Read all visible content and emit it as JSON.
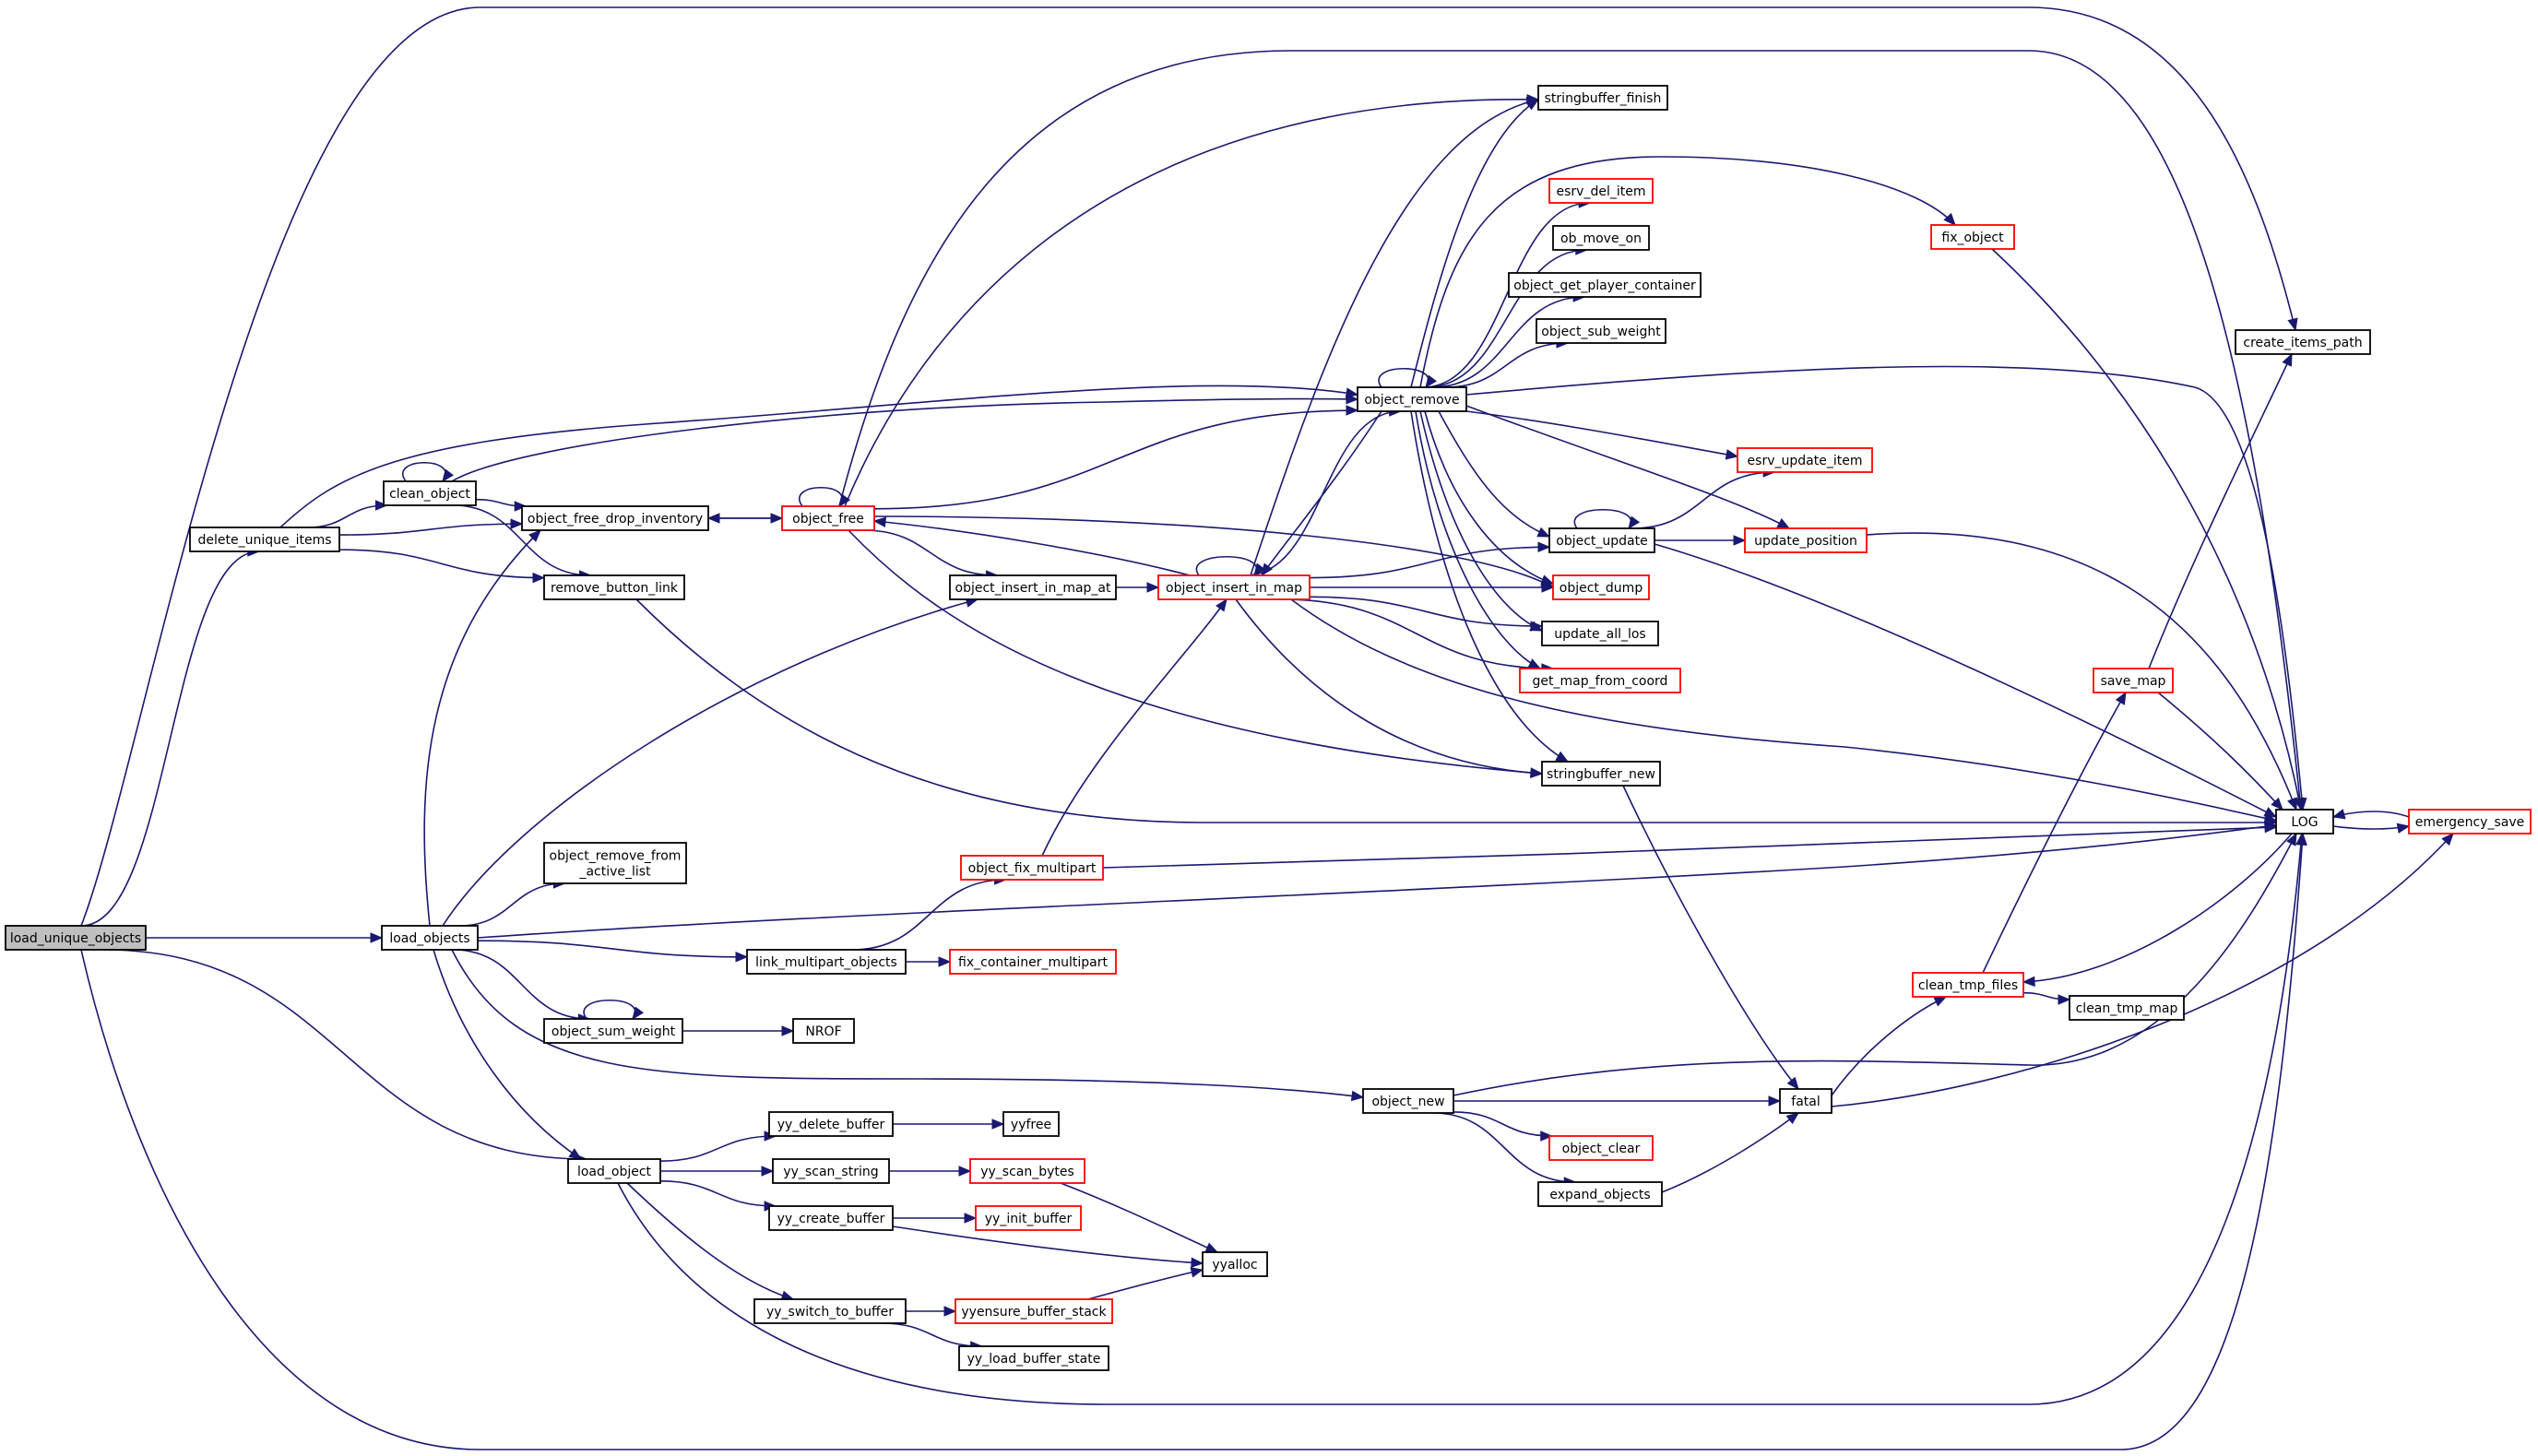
{
  "graph": {
    "colors": {
      "edge": "#191970",
      "node_border": "#000000",
      "truncated_border": "#ff0000",
      "root_fill": "#bfbfbf",
      "node_fill": "#ffffff"
    },
    "nodes": [
      {
        "id": "load_unique_objects",
        "label": "load_unique_objects",
        "state": "root"
      },
      {
        "id": "delete_unique_items",
        "label": "delete_unique_items",
        "state": "normal"
      },
      {
        "id": "clean_object",
        "label": "clean_object",
        "state": "normal"
      },
      {
        "id": "object_free_drop_inventory",
        "label": "object_free_drop_inventory",
        "state": "normal"
      },
      {
        "id": "remove_button_link",
        "label": "remove_button_link",
        "state": "normal"
      },
      {
        "id": "object_free",
        "label": "object_free",
        "state": "truncated"
      },
      {
        "id": "object_insert_in_map_at",
        "label": "object_insert_in_map_at",
        "state": "normal"
      },
      {
        "id": "object_insert_in_map",
        "label": "object_insert_in_map",
        "state": "truncated"
      },
      {
        "id": "object_remove",
        "label": "object_remove",
        "state": "normal"
      },
      {
        "id": "stringbuffer_finish",
        "label": "stringbuffer_finish",
        "state": "normal"
      },
      {
        "id": "esrv_del_item",
        "label": "esrv_del_item",
        "state": "truncated"
      },
      {
        "id": "ob_move_on",
        "label": "ob_move_on",
        "state": "normal"
      },
      {
        "id": "object_get_player_container",
        "label": "object_get_player_container",
        "state": "normal"
      },
      {
        "id": "object_sub_weight",
        "label": "object_sub_weight",
        "state": "normal"
      },
      {
        "id": "esrv_update_item",
        "label": "esrv_update_item",
        "state": "truncated"
      },
      {
        "id": "object_update",
        "label": "object_update",
        "state": "normal"
      },
      {
        "id": "update_position",
        "label": "update_position",
        "state": "truncated"
      },
      {
        "id": "object_dump",
        "label": "object_dump",
        "state": "truncated"
      },
      {
        "id": "update_all_los",
        "label": "update_all_los",
        "state": "normal"
      },
      {
        "id": "get_map_from_coord",
        "label": "get_map_from_coord",
        "state": "truncated"
      },
      {
        "id": "stringbuffer_new",
        "label": "stringbuffer_new",
        "state": "normal"
      },
      {
        "id": "fix_object",
        "label": "fix_object",
        "state": "truncated"
      },
      {
        "id": "create_items_path",
        "label": "create_items_path",
        "state": "normal"
      },
      {
        "id": "save_map",
        "label": "save_map",
        "state": "truncated"
      },
      {
        "id": "LOG",
        "label": "LOG",
        "state": "normal"
      },
      {
        "id": "emergency_save",
        "label": "emergency_save",
        "state": "truncated"
      },
      {
        "id": "clean_tmp_files",
        "label": "clean_tmp_files",
        "state": "truncated"
      },
      {
        "id": "clean_tmp_map",
        "label": "clean_tmp_map",
        "state": "normal"
      },
      {
        "id": "load_objects",
        "label": "load_objects",
        "state": "normal"
      },
      {
        "id": "object_remove_from_active_list",
        "label": "object_remove_from\n_active_list",
        "state": "normal"
      },
      {
        "id": "object_fix_multipart",
        "label": "object_fix_multipart",
        "state": "truncated"
      },
      {
        "id": "link_multipart_objects",
        "label": "link_multipart_objects",
        "state": "normal"
      },
      {
        "id": "fix_container_multipart",
        "label": "fix_container_multipart",
        "state": "truncated"
      },
      {
        "id": "object_sum_weight",
        "label": "object_sum_weight",
        "state": "normal"
      },
      {
        "id": "NROF",
        "label": "NROF",
        "state": "normal"
      },
      {
        "id": "object_new",
        "label": "object_new",
        "state": "normal"
      },
      {
        "id": "fatal",
        "label": "fatal",
        "state": "normal"
      },
      {
        "id": "object_clear",
        "label": "object_clear",
        "state": "truncated"
      },
      {
        "id": "expand_objects",
        "label": "expand_objects",
        "state": "normal"
      },
      {
        "id": "load_object",
        "label": "load_object",
        "state": "normal"
      },
      {
        "id": "yy_delete_buffer",
        "label": "yy_delete_buffer",
        "state": "normal"
      },
      {
        "id": "yyfree",
        "label": "yyfree",
        "state": "normal"
      },
      {
        "id": "yy_scan_string",
        "label": "yy_scan_string",
        "state": "normal"
      },
      {
        "id": "yy_scan_bytes",
        "label": "yy_scan_bytes",
        "state": "truncated"
      },
      {
        "id": "yy_create_buffer",
        "label": "yy_create_buffer",
        "state": "normal"
      },
      {
        "id": "yy_init_buffer",
        "label": "yy_init_buffer",
        "state": "truncated"
      },
      {
        "id": "yyalloc",
        "label": "yyalloc",
        "state": "normal"
      },
      {
        "id": "yy_switch_to_buffer",
        "label": "yy_switch_to_buffer",
        "state": "normal"
      },
      {
        "id": "yyensure_buffer_stack",
        "label": "yyensure_buffer_stack",
        "state": "truncated"
      },
      {
        "id": "yy_load_buffer_state",
        "label": "yy_load_buffer_state",
        "state": "normal"
      }
    ],
    "edges": [
      [
        "load_unique_objects",
        "delete_unique_items"
      ],
      [
        "load_unique_objects",
        "create_items_path"
      ],
      [
        "load_unique_objects",
        "load_objects"
      ],
      [
        "load_unique_objects",
        "load_object"
      ],
      [
        "load_unique_objects",
        "LOG"
      ],
      [
        "delete_unique_items",
        "clean_object"
      ],
      [
        "delete_unique_items",
        "object_free_drop_inventory"
      ],
      [
        "delete_unique_items",
        "remove_button_link"
      ],
      [
        "delete_unique_items",
        "object_remove"
      ],
      [
        "clean_object",
        "clean_object"
      ],
      [
        "clean_object",
        "object_free_drop_inventory"
      ],
      [
        "clean_object",
        "remove_button_link"
      ],
      [
        "clean_object",
        "object_remove"
      ],
      [
        "object_free_drop_inventory",
        "object_free"
      ],
      [
        "object_free",
        "object_free_drop_inventory"
      ],
      [
        "object_free",
        "object_free"
      ],
      [
        "object_free",
        "object_remove"
      ],
      [
        "object_free",
        "stringbuffer_finish"
      ],
      [
        "object_free",
        "object_insert_in_map_at"
      ],
      [
        "object_free",
        "object_dump"
      ],
      [
        "object_free",
        "stringbuffer_new"
      ],
      [
        "object_free",
        "LOG"
      ],
      [
        "remove_button_link",
        "LOG"
      ],
      [
        "object_insert_in_map_at",
        "object_insert_in_map"
      ],
      [
        "object_insert_in_map",
        "object_insert_in_map"
      ],
      [
        "object_insert_in_map",
        "object_free"
      ],
      [
        "object_insert_in_map",
        "object_remove"
      ],
      [
        "object_insert_in_map",
        "stringbuffer_finish"
      ],
      [
        "object_insert_in_map",
        "object_update"
      ],
      [
        "object_insert_in_map",
        "object_dump"
      ],
      [
        "object_insert_in_map",
        "update_all_los"
      ],
      [
        "object_insert_in_map",
        "get_map_from_coord"
      ],
      [
        "object_insert_in_map",
        "stringbuffer_new"
      ],
      [
        "object_insert_in_map",
        "LOG"
      ],
      [
        "object_remove",
        "object_remove"
      ],
      [
        "object_remove",
        "stringbuffer_finish"
      ],
      [
        "object_remove",
        "esrv_del_item"
      ],
      [
        "object_remove",
        "ob_move_on"
      ],
      [
        "object_remove",
        "object_get_player_container"
      ],
      [
        "object_remove",
        "object_sub_weight"
      ],
      [
        "object_remove",
        "fix_object"
      ],
      [
        "object_remove",
        "esrv_update_item"
      ],
      [
        "object_remove",
        "update_position"
      ],
      [
        "object_remove",
        "object_update"
      ],
      [
        "object_remove",
        "object_dump"
      ],
      [
        "object_remove",
        "update_all_los"
      ],
      [
        "object_remove",
        "get_map_from_coord"
      ],
      [
        "object_remove",
        "stringbuffer_new"
      ],
      [
        "object_remove",
        "object_insert_in_map"
      ],
      [
        "object_remove",
        "LOG"
      ],
      [
        "object_update",
        "object_update"
      ],
      [
        "object_update",
        "esrv_update_item"
      ],
      [
        "object_update",
        "update_position"
      ],
      [
        "object_update",
        "LOG"
      ],
      [
        "update_position",
        "LOG"
      ],
      [
        "fix_object",
        "LOG"
      ],
      [
        "stringbuffer_new",
        "fatal"
      ],
      [
        "save_map",
        "create_items_path"
      ],
      [
        "save_map",
        "LOG"
      ],
      [
        "LOG",
        "emergency_save"
      ],
      [
        "LOG",
        "clean_tmp_files"
      ],
      [
        "emergency_save",
        "LOG"
      ],
      [
        "clean_tmp_files",
        "save_map"
      ],
      [
        "clean_tmp_files",
        "clean_tmp_map"
      ],
      [
        "load_objects",
        "object_free_drop_inventory"
      ],
      [
        "load_objects",
        "object_insert_in_map_at"
      ],
      [
        "load_objects",
        "object_remove_from_active_list"
      ],
      [
        "load_objects",
        "LOG"
      ],
      [
        "load_objects",
        "link_multipart_objects"
      ],
      [
        "load_objects",
        "object_sum_weight"
      ],
      [
        "load_objects",
        "object_new"
      ],
      [
        "load_objects",
        "load_object"
      ],
      [
        "object_fix_multipart",
        "object_insert_in_map"
      ],
      [
        "object_fix_multipart",
        "LOG"
      ],
      [
        "link_multipart_objects",
        "object_fix_multipart"
      ],
      [
        "link_multipart_objects",
        "fix_container_multipart"
      ],
      [
        "object_sum_weight",
        "object_sum_weight"
      ],
      [
        "object_sum_weight",
        "NROF"
      ],
      [
        "object_new",
        "LOG"
      ],
      [
        "object_new",
        "fatal"
      ],
      [
        "object_new",
        "object_clear"
      ],
      [
        "object_new",
        "expand_objects"
      ],
      [
        "expand_objects",
        "fatal"
      ],
      [
        "fatal",
        "clean_tmp_files"
      ],
      [
        "fatal",
        "emergency_save"
      ],
      [
        "load_object",
        "yy_delete_buffer"
      ],
      [
        "load_object",
        "yy_scan_string"
      ],
      [
        "load_object",
        "yy_create_buffer"
      ],
      [
        "load_object",
        "yy_switch_to_buffer"
      ],
      [
        "load_object",
        "LOG"
      ],
      [
        "yy_delete_buffer",
        "yyfree"
      ],
      [
        "yy_scan_string",
        "yy_scan_bytes"
      ],
      [
        "yy_scan_bytes",
        "yyalloc"
      ],
      [
        "yy_create_buffer",
        "yy_init_buffer"
      ],
      [
        "yy_create_buffer",
        "yyalloc"
      ],
      [
        "yy_switch_to_buffer",
        "yyensure_buffer_stack"
      ],
      [
        "yy_switch_to_buffer",
        "yy_load_buffer_state"
      ],
      [
        "yyensure_buffer_stack",
        "yyalloc"
      ]
    ]
  }
}
